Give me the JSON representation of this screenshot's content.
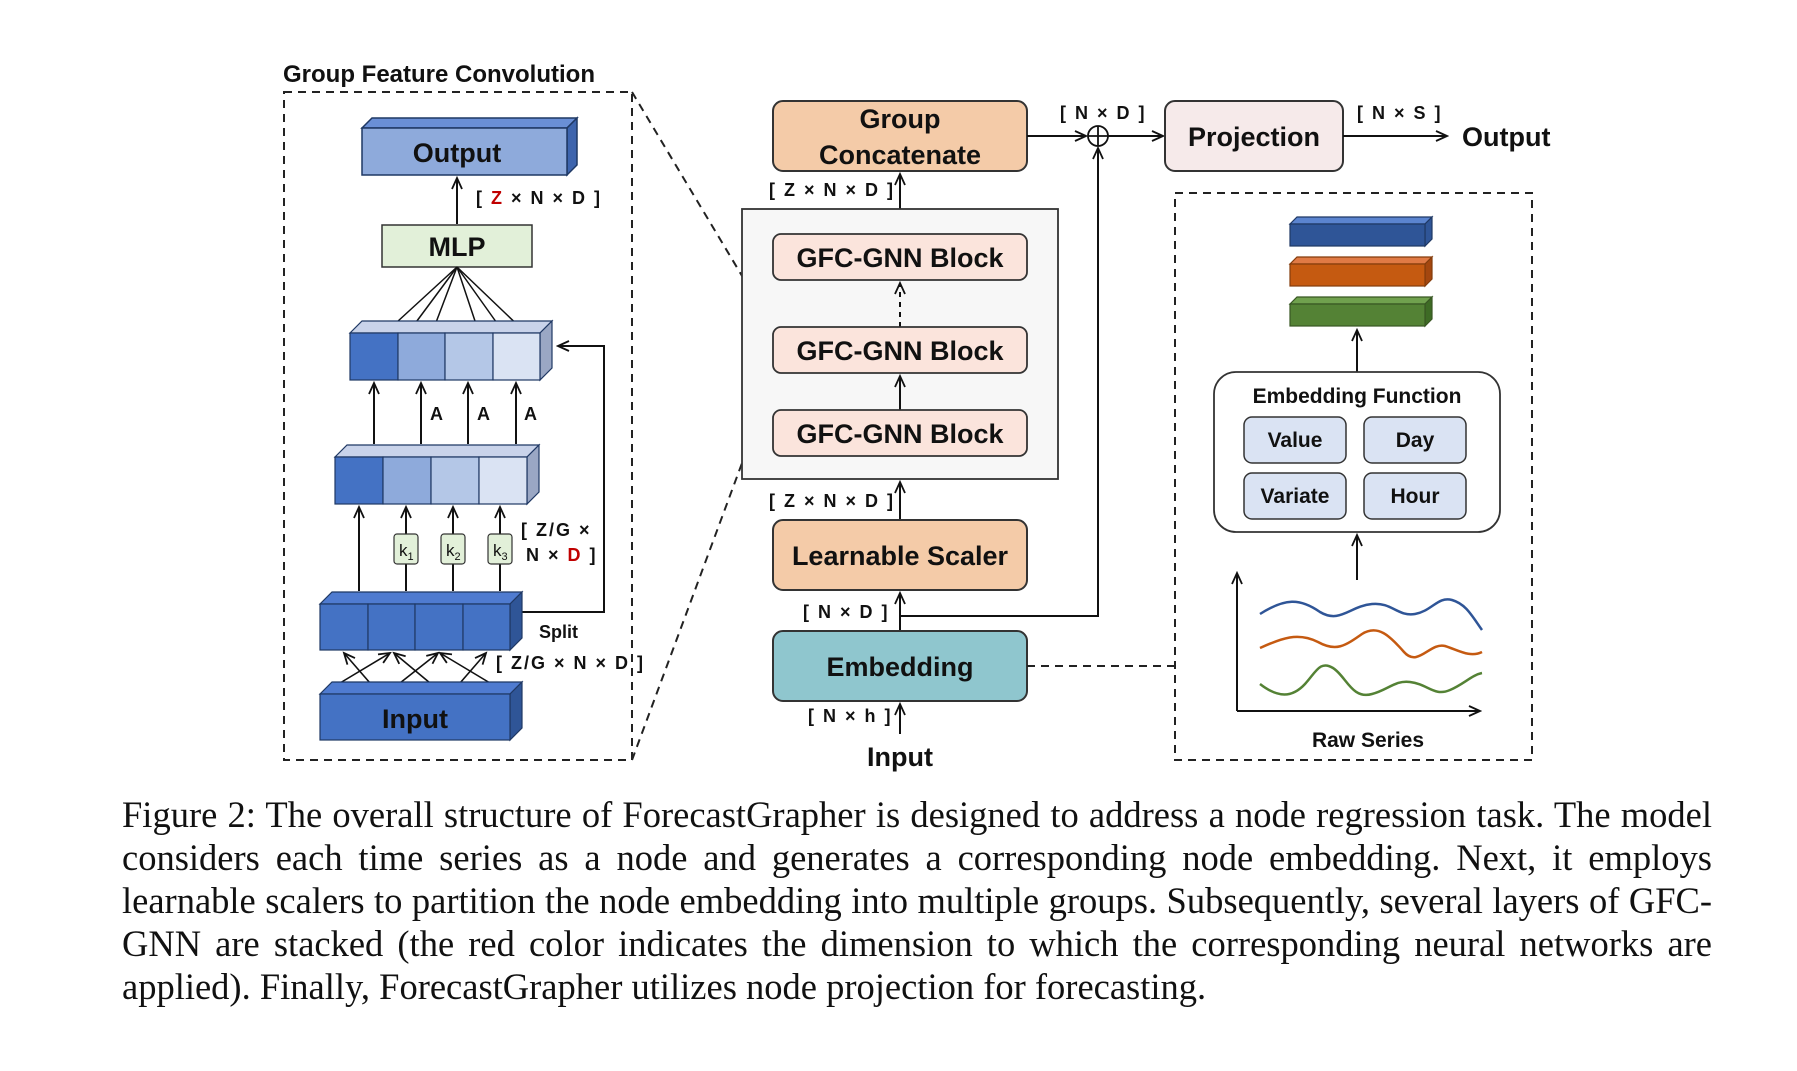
{
  "figure": {
    "zoom_title": "Group Feature Convolution",
    "zoom": {
      "output": "Output",
      "dim_out_pre": "[ ",
      "dim_out_red": "Z",
      "dim_out_post": " × N × D ]",
      "mlp": "MLP",
      "a_labels": [
        "A",
        "A",
        "A"
      ],
      "k_labels": [
        {
          "base": "k",
          "sub": "1"
        },
        {
          "base": "k",
          "sub": "2"
        },
        {
          "base": "k",
          "sub": "3"
        }
      ],
      "dim_zg_line1": "[ Z/G ×",
      "dim_zg_line2_pre": "N × ",
      "dim_zg_line2_red": "D",
      "dim_zg_line2_post": " ]",
      "split": "Split",
      "dim_split": "[ Z/G × N × D ]",
      "input": "Input"
    },
    "main": {
      "group_concat_1": "Group",
      "group_concat_2": "Concatenate",
      "dim_nd_top": "[ N × D ]",
      "projection": "Projection",
      "dim_ns": "[ N × S ]",
      "output": "Output",
      "dim_znd_top": "[ Z × N × D ]",
      "gfc_blocks": [
        "GFC-GNN Block",
        "GFC-GNN Block",
        "GFC-GNN Block"
      ],
      "dim_znd_mid": "[ Z × N × D ]",
      "learnable_scaler": "Learnable Scaler",
      "dim_nd_bottom": "[ N × D ]",
      "embedding": "Embedding",
      "dim_nh": "[ N × h ]",
      "input": "Input"
    },
    "embed_panel": {
      "function_title": "Embedding Function",
      "buttons": [
        "Value",
        "Day",
        "Variate",
        "Hour"
      ],
      "raw_series": "Raw Series"
    },
    "colors": {
      "blue": "#4472c4",
      "red": "#c55a11",
      "green": "#548235",
      "orange_box": "#f4cba8",
      "pink_box": "#fbe4dc",
      "teal_box": "#8fc6ce",
      "mlp_green": "#e2f0d9"
    }
  },
  "caption": "Figure 2: The overall structure of ForecastGrapher is designed to address a node regression task. The model considers each time series as a node and generates a corresponding node embedding. Next, it employs learnable scalers to partition the node embedding into multiple groups. Subsequently, several layers of GFC-GNN are stacked (the red color indicates the dimension to which the corresponding neural networks are applied). Finally, ForecastGrapher utilizes node projection for forecasting."
}
